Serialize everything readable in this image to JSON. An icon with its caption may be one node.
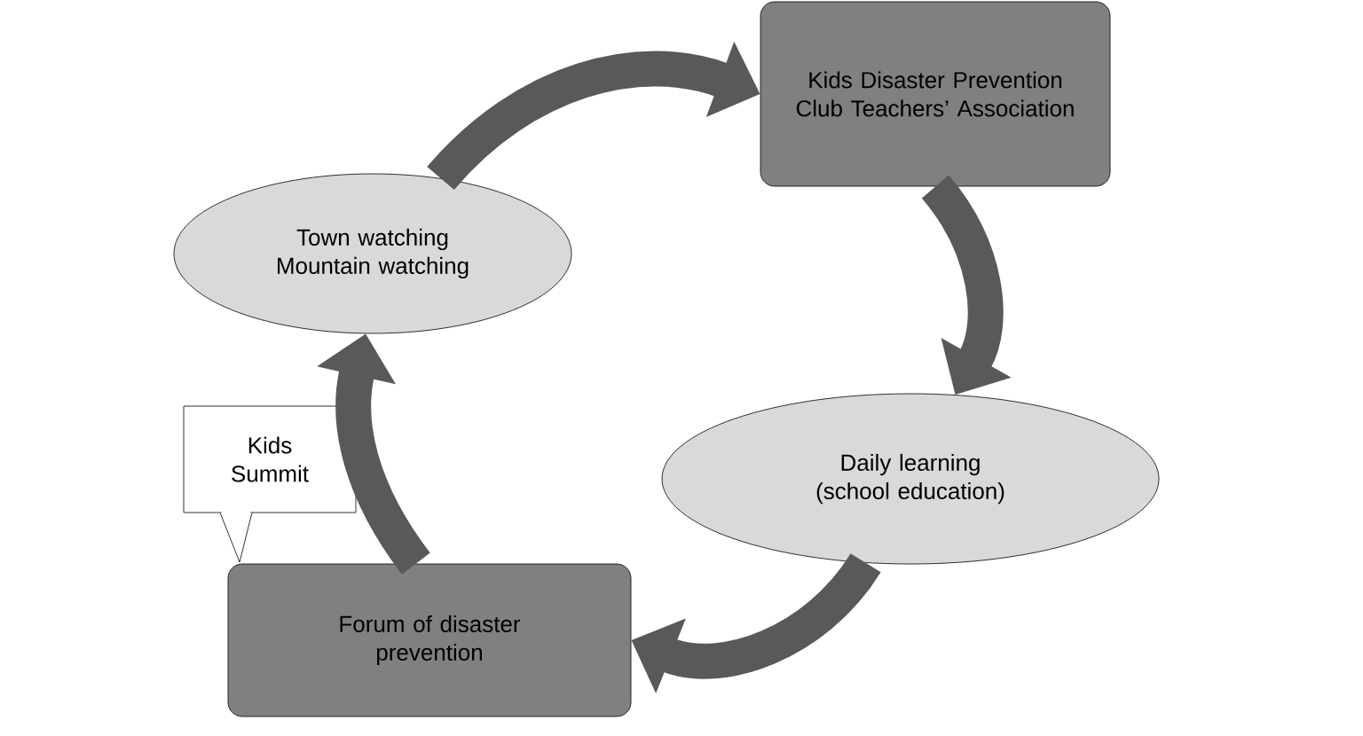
{
  "diagram": {
    "nodes": [
      {
        "text": [
          "Kids Disaster Prevention Club Teachers’ Association"
        ]
      },
      {
        "text": [
          "Town watching Mountain watching"
        ]
      },
      {
        "text": [
          "Daily learning (school education)"
        ]
      },
      {
        "text": [
          "Forum of disaster prevention"
        ]
      },
      {
        "text": [
          "Kids Summit"
        ]
      }
    ],
    "edges": [
      {
        "from": 1,
        "to": 0,
        "arrow": "to"
      },
      {
        "from": 0,
        "to": 2,
        "arrow": "to"
      },
      {
        "from": 2,
        "to": 3,
        "arrow": "to"
      },
      {
        "from": 3,
        "to": 1,
        "arrow": "to"
      }
    ]
  }
}
